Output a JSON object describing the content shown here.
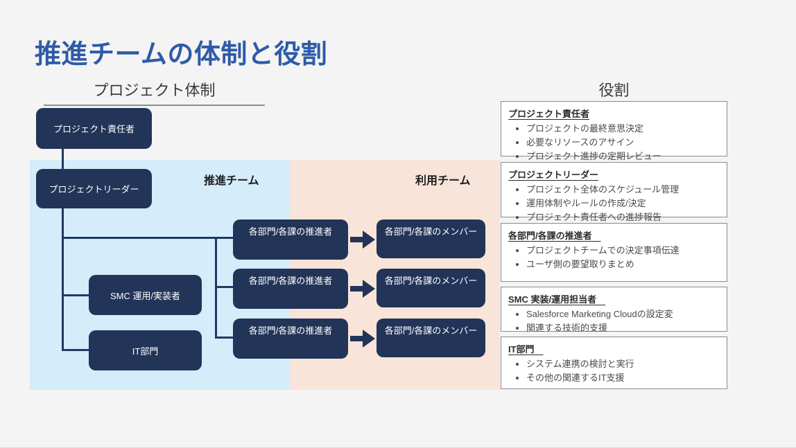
{
  "slide": {
    "title": "推進チームの体制と役割",
    "background_color": "#f4f4f4",
    "title_color": "#2e5ba6"
  },
  "left_section": {
    "heading": "プロジェクト体制",
    "bands": [
      {
        "key": "promotion",
        "label": "推進チーム",
        "color": "#d5ecfa"
      },
      {
        "key": "usage",
        "label": "利用チーム",
        "color": "#f8e4d9"
      }
    ],
    "boxes": {
      "owner": "プロジェクト責任者",
      "leader": "プロジェクトリーダー",
      "smc": "SMC 運用/実装者",
      "it": "IT部門",
      "promoters": [
        "各部門/各課の推進者",
        "各部門/各課の推進者",
        "各部門/各課の推進者"
      ],
      "members": [
        "各部門/各課のメンバー",
        "各部門/各課のメンバー",
        "各部門/各課のメンバー"
      ]
    },
    "box_color": "#223458",
    "line_color": "#1c3a63"
  },
  "right_section": {
    "heading": "役割",
    "cards": [
      {
        "title": "プロジェクト責任者",
        "items": [
          "プロジェクトの最終意思決定",
          "必要なリソースのアサイン",
          "プロジェクト進捗の定期レビュー"
        ]
      },
      {
        "title": "プロジェクトリーダー",
        "items": [
          "プロジェクト全体のスケジュール管理",
          "運用体制やルールの作成/決定",
          "プロジェクト責任者への進捗報告"
        ]
      },
      {
        "title": "各部門/各課の推進者　",
        "items": [
          "プロジェクトチームでの決定事項伝達",
          "ユーザ側の要望取りまとめ"
        ]
      },
      {
        "title": "SMC 実装/運用担当者　",
        "items": [
          "Salesforce Marketing Cloudの設定変",
          "関連する技術的支援"
        ]
      },
      {
        "title": "IT部門　",
        "items": [
          "システム連携の検討と実行",
          "その他の関連するIT支援"
        ]
      }
    ]
  }
}
